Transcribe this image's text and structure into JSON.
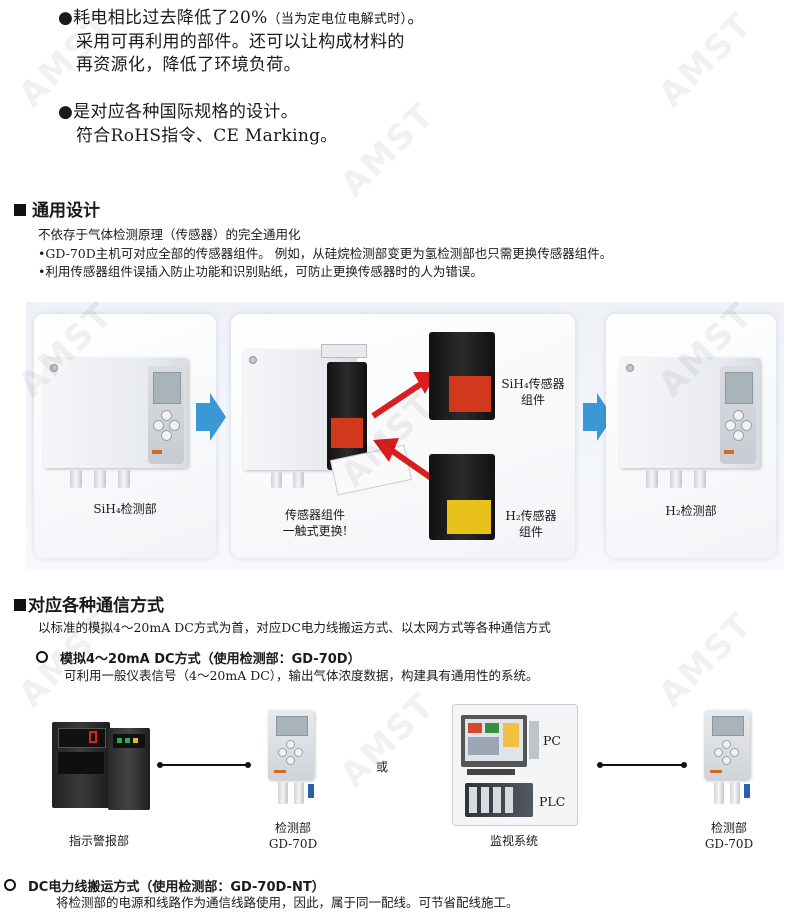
{
  "intro": {
    "bullet1_line1": "●耗电相比过去降低了20%",
    "bullet1_note": "（当为定电位电解式时）",
    "bullet1_end": "。",
    "bullet1_line2": "采用可再利用的部件。还可以让构成材料的",
    "bullet1_line3": "再资源化，降低了环境负荷。",
    "bullet2_line1": "●是对应各种国际规格的设计。",
    "bullet2_line2": "符合RoHS指令、CE Marking。"
  },
  "general": {
    "heading": "通用设计",
    "line1": "不依存于气体检测原理（传感器）的完全通用化",
    "line2": "•GD-70D主机可对应全部的传感器组件。 例如，从硅烷检测部变更为氢检测部也只需更换传感器组件。",
    "line3": "•利用传感器组件误插入防止功能和识别贴纸，可防止更换传感器时的人为错误。"
  },
  "swap": {
    "left_caption": "SiH₄检测部",
    "center_caption_l1": "传感器组件",
    "center_caption_l2": "一触式更换!",
    "sih4_label_l1": "SiH₄传感器",
    "sih4_label_l2": "组件",
    "h2_label_l1": "H₂传感器",
    "h2_label_l2": "组件",
    "right_caption": "H₂检测部"
  },
  "comm": {
    "heading": "对应各种通信方式",
    "intro": "以标准的模拟4～20mA DC方式为首，对应DC电力线搬运方式、以太网方式等各种通信方式",
    "sub1_title": "模拟4～20mA DC方式（使用检测部：GD-70D）",
    "sub1_desc": "可利用一般仪表信号（4～20mA DC），输出气体浓度数据，构建具有通用性的系统。",
    "alarm_caption": "指示警报部",
    "det_caption_l1": "检测部",
    "det_caption_l2": "GD-70D",
    "or_text": "或",
    "pc_label": "PC",
    "plc_label": "PLC",
    "monitor_caption": "监视系统",
    "det2_caption_l1": "检测部",
    "det2_caption_l2": "GD-70D",
    "sub2_title": "DC电力线搬运方式（使用检测部：GD-70D-NT）",
    "sub2_desc": "将检测部的电源和线路作为通信线路使用，因此，属于同一配线。可节省配线施工。"
  },
  "watermark": "AMST",
  "colors": {
    "accent_red": "#d81e1e",
    "arrow_blue": "#2d87c6",
    "sensor_red": "#d2381c",
    "sensor_yellow": "#e8c21a"
  }
}
